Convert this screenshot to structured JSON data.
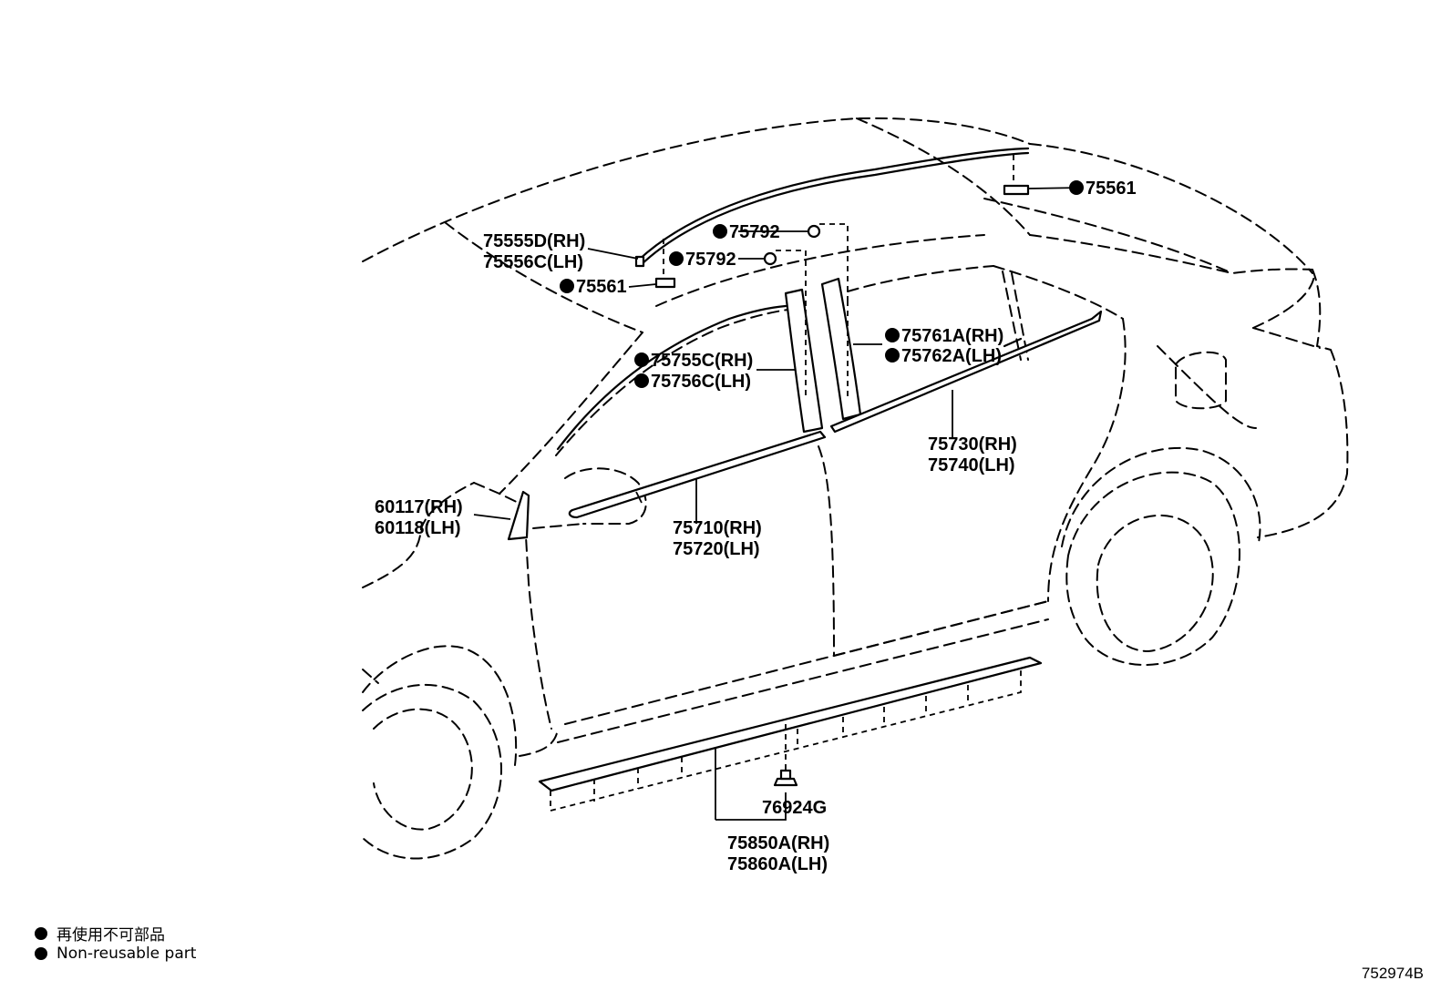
{
  "callouts": [
    {
      "id": "c75561top",
      "text": "75561",
      "marker": true
    },
    {
      "id": "c75792a",
      "text": "75792",
      "marker": true
    },
    {
      "id": "c75792b",
      "text": "75792",
      "marker": true
    },
    {
      "id": "c75555d",
      "text": "75555D(RH)",
      "marker": false
    },
    {
      "id": "c75556c",
      "text": "75556C(LH)",
      "marker": false
    },
    {
      "id": "c75561left",
      "text": "75561",
      "marker": true
    },
    {
      "id": "c75761a",
      "text": "75761A(RH)",
      "marker": true
    },
    {
      "id": "c75762a",
      "text": "75762A(LH)",
      "marker": true
    },
    {
      "id": "c75755c",
      "text": "75755C(RH)",
      "marker": true
    },
    {
      "id": "c75756c",
      "text": "75756C(LH)",
      "marker": true
    },
    {
      "id": "c75730",
      "text": "75730(RH)",
      "marker": false
    },
    {
      "id": "c75740",
      "text": "75740(LH)",
      "marker": false
    },
    {
      "id": "c60117",
      "text": "60117(RH)",
      "marker": false
    },
    {
      "id": "c60118",
      "text": "60118(LH)",
      "marker": false
    },
    {
      "id": "c75710",
      "text": "75710(RH)",
      "marker": false
    },
    {
      "id": "c75720",
      "text": "75720(LH)",
      "marker": false
    },
    {
      "id": "c76924g",
      "text": "76924G",
      "marker": false
    },
    {
      "id": "c75850a",
      "text": "75850A(RH)",
      "marker": false
    },
    {
      "id": "c75860a",
      "text": "75860A(LH)",
      "marker": false
    }
  ],
  "legend": {
    "japanese": "再使用不可部品",
    "english": "Non-reusable part"
  },
  "diagram_code": "752974B"
}
